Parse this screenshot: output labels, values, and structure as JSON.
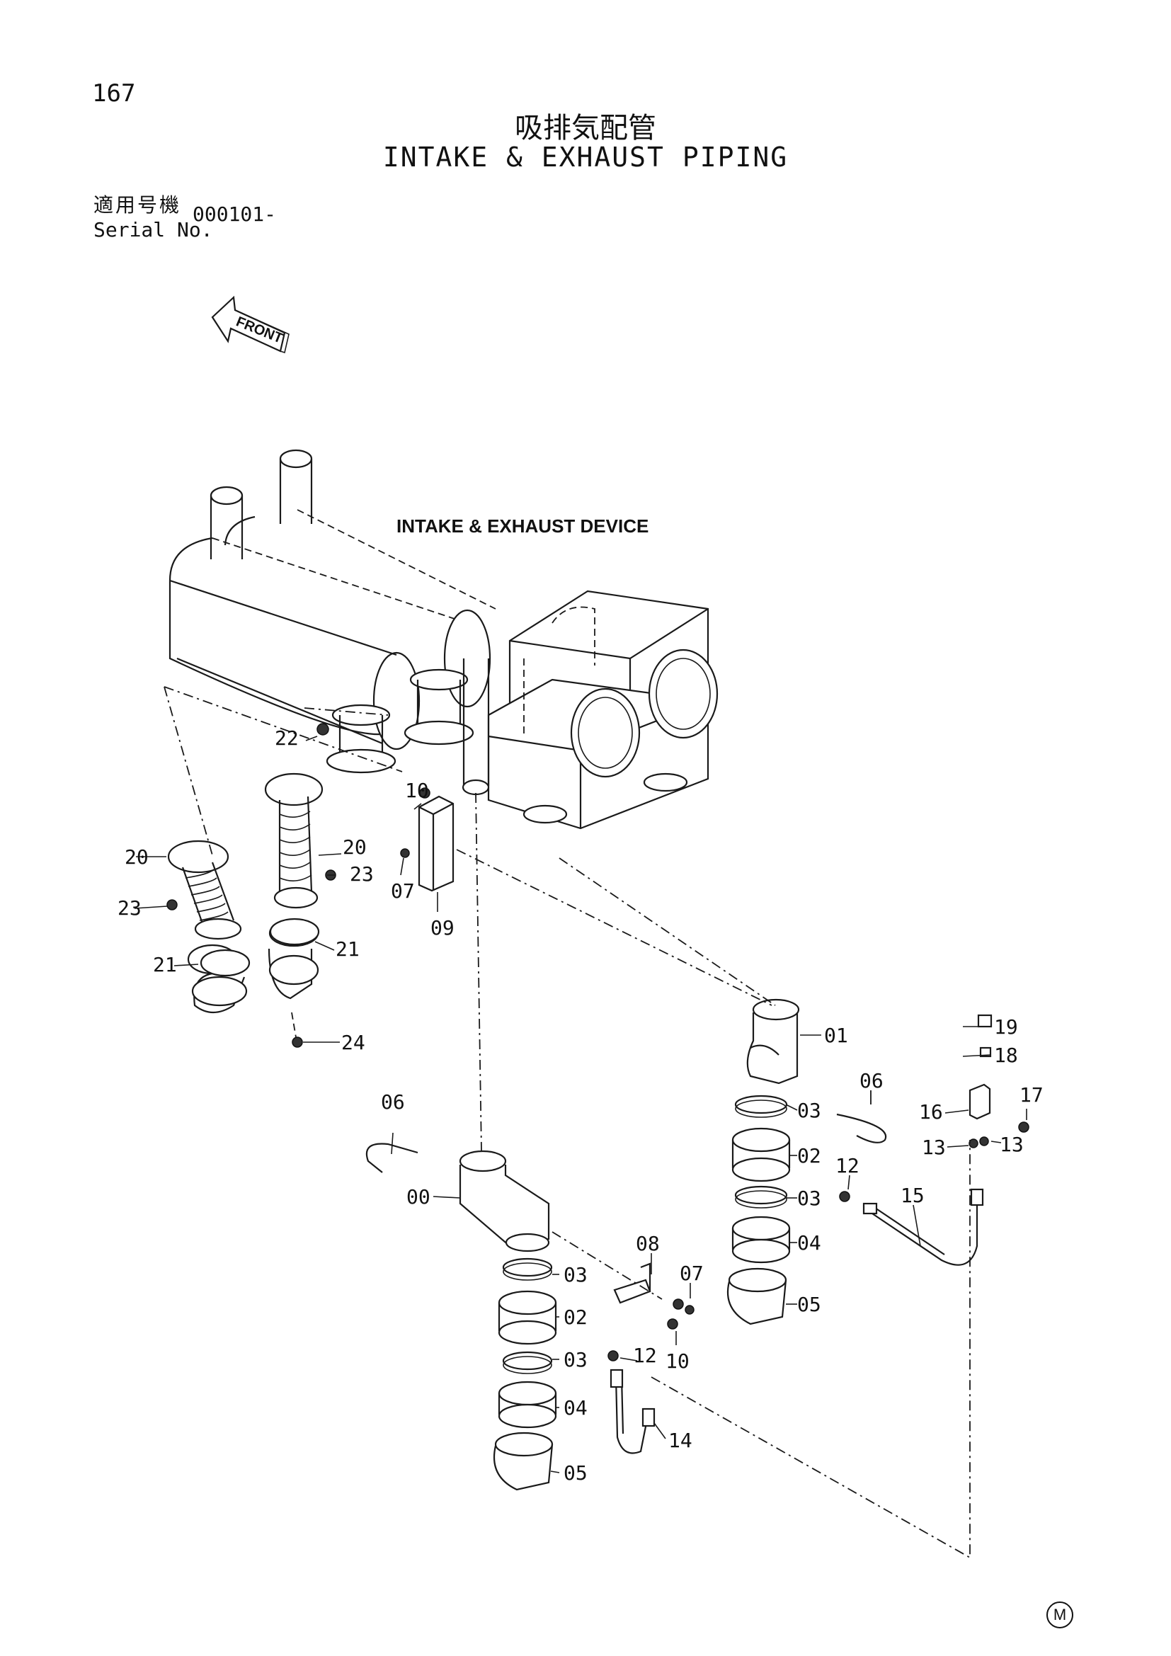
{
  "page_number": "167",
  "title_jp": "吸排気配管",
  "title_en": "INTAKE & EXHAUST PIPING",
  "serial_label_jp": "適用号機",
  "serial_label_en": "Serial No.",
  "serial_value": "000101-",
  "front_label": "FRONT",
  "device_label": "INTAKE & EXHAUST DEVICE",
  "mark": "M",
  "callouts": {
    "c00": "00",
    "c01": "01",
    "c02a": "02",
    "c02b": "02",
    "c03a": "03",
    "c03b": "03",
    "c03c": "03",
    "c03d": "03",
    "c04a": "04",
    "c04b": "04",
    "c05a": "05",
    "c05b": "05",
    "c06a": "06",
    "c06b": "06",
    "c07a": "07",
    "c07b": "07",
    "c08": "08",
    "c09": "09",
    "c10a": "10",
    "c10b": "10",
    "c12a": "12",
    "c12b": "12",
    "c13a": "13",
    "c13b": "13",
    "c14": "14",
    "c15": "15",
    "c16": "16",
    "c17": "17",
    "c18": "18",
    "c19": "19",
    "c20a": "20",
    "c20b": "20",
    "c21a": "21",
    "c21b": "21",
    "c22": "22",
    "c23a": "23",
    "c23b": "23",
    "c24": "24"
  }
}
